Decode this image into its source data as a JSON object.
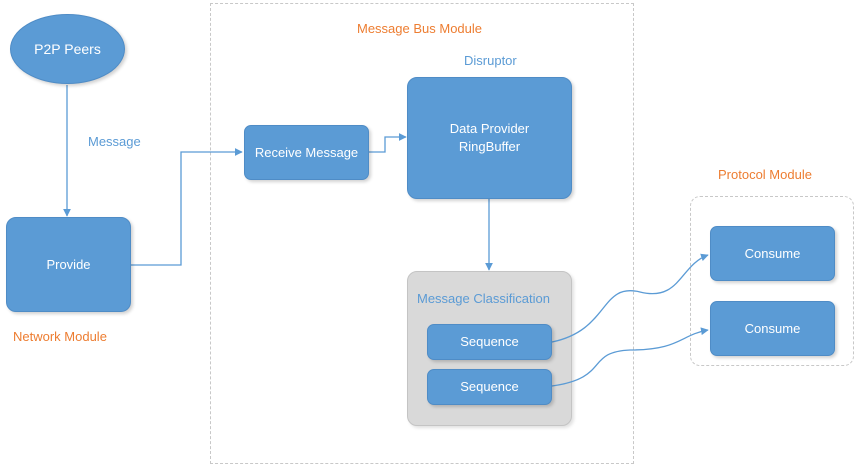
{
  "nodes": {
    "p2p_peers": "P2P Peers",
    "provide": "Provide",
    "receive_message": "Receive Message",
    "data_provider_line1": "Data Provider",
    "data_provider_line2": "RingBuffer",
    "sequence_1": "Sequence",
    "sequence_2": "Sequence",
    "consume_1": "Consume",
    "consume_2": "Consume"
  },
  "labels": {
    "message": "Message",
    "network_module": "Network Module",
    "message_bus_module": "Message Bus Module",
    "disruptor": "Disruptor",
    "message_classification": "Message Classification",
    "protocol_module": "Protocol Module"
  },
  "colors": {
    "node_fill": "#5b9bd5",
    "module_label": "#ed7d31",
    "edge": "#5b9bd5",
    "container_fill": "#d9d9d9",
    "dashed_border": "#c8c8c8"
  }
}
